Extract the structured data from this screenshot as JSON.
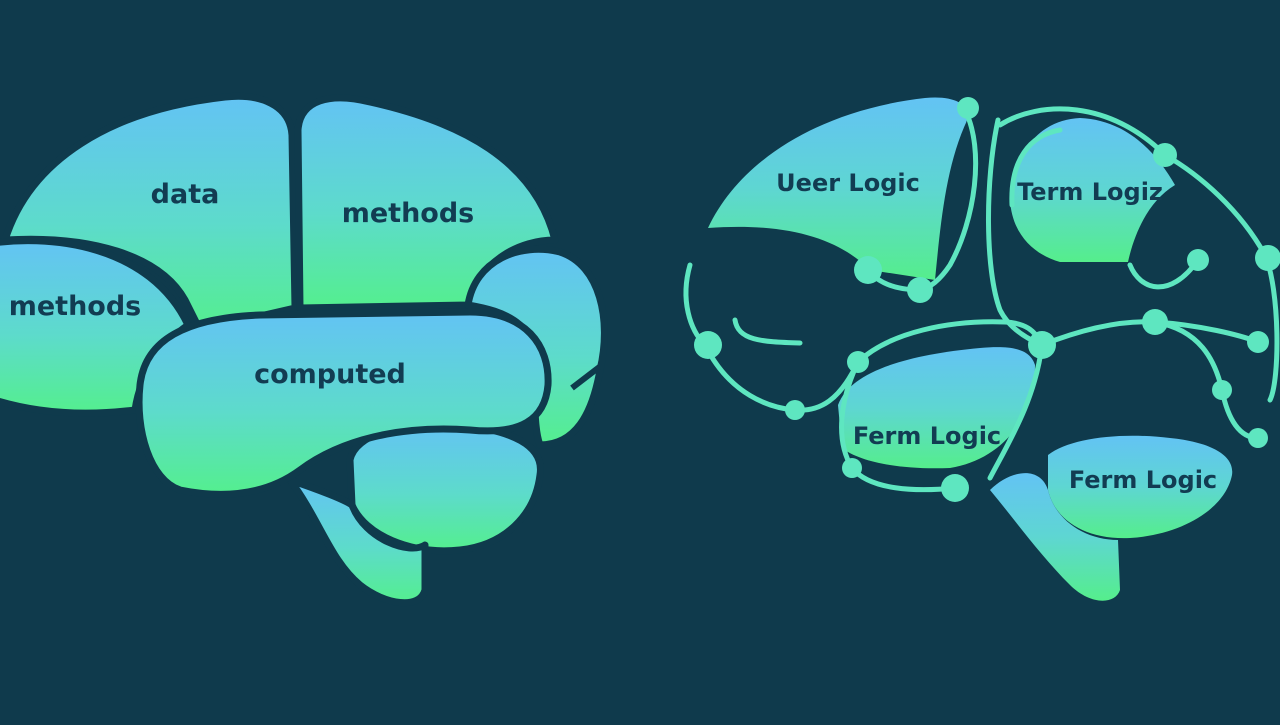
{
  "colors": {
    "background": "#0f3a4c",
    "outline": "#0f3a4c",
    "region_top": "#63c3f4",
    "region_bottom": "#54ef8e",
    "circuit": "#5ee6c0",
    "label": "#123c52"
  },
  "left_brain": {
    "labels": {
      "frontal": "data",
      "parietal": "methods",
      "front_lower": "methods",
      "temporal": "computed"
    }
  },
  "right_brain": {
    "labels": {
      "frontal": "Ueer Logic",
      "parietal": "Term Logiz",
      "temporal": "Ferm Logic",
      "cerebellum": "Ferm Logic"
    }
  }
}
